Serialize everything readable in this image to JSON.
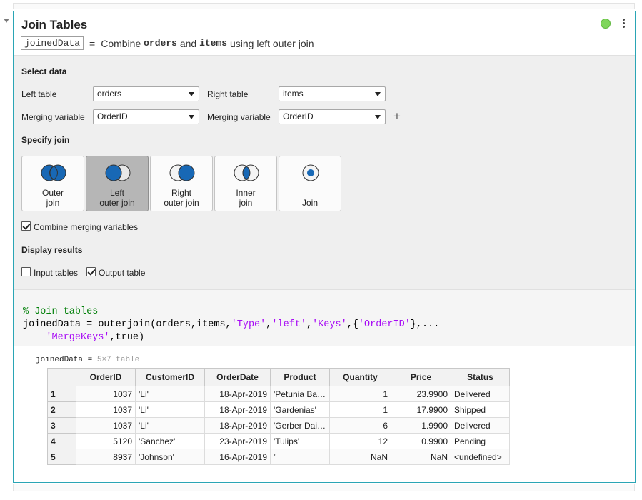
{
  "task": {
    "title": "Join Tables",
    "output_var": "joinedData",
    "summary_eq": "=",
    "summary_pre": "Combine",
    "left_name": "orders",
    "summary_and": "and",
    "right_name": "items",
    "summary_post": "using left outer join",
    "status_color": "#7fd65b"
  },
  "select_data": {
    "heading": "Select data",
    "left_table_label": "Left table",
    "left_table_value": "orders",
    "right_table_label": "Right table",
    "right_table_value": "items",
    "left_merge_label": "Merging variable",
    "left_merge_value": "OrderID",
    "right_merge_label": "Merging variable",
    "right_merge_value": "OrderID",
    "add_icon": "+"
  },
  "specify_join": {
    "heading": "Specify join",
    "buttons": [
      {
        "label_line1": "Outer",
        "label_line2": "join"
      },
      {
        "label_line1": "Left",
        "label_line2": "outer join",
        "selected": true
      },
      {
        "label_line1": "Right",
        "label_line2": "outer join"
      },
      {
        "label_line1": "Inner",
        "label_line2": "join"
      },
      {
        "label_line1": "",
        "label_line2": "Join"
      }
    ],
    "combine_label": "Combine merging variables",
    "combine_checked": true
  },
  "display_results": {
    "heading": "Display results",
    "input_tables_label": "Input tables",
    "input_tables_checked": false,
    "output_table_label": "Output table",
    "output_table_checked": true
  },
  "code": {
    "comment": "% Join tables",
    "line2_a": "joinedData = outerjoin(orders,items,",
    "s1": "'Type'",
    "c1": ",",
    "s2": "'left'",
    "c2": ",",
    "s3": "'Keys'",
    "c3": ",{",
    "s4": "'OrderID'",
    "c4": "},...",
    "line3_indent": "    ",
    "s5": "'MergeKeys'",
    "c5": ",true)"
  },
  "output": {
    "var_name": "joinedData",
    "eq": "=",
    "size_text": "5×7 table",
    "columns": [
      "OrderID",
      "CustomerID",
      "OrderDate",
      "Product",
      "Quantity",
      "Price",
      "Status"
    ],
    "rows": [
      {
        "n": "1",
        "OrderID": "1037",
        "CustomerID": "'Li'",
        "OrderDate": "18-Apr-2019",
        "Product": "'Petunia Ba…",
        "Quantity": "1",
        "Price": "23.9900",
        "Status": "Delivered"
      },
      {
        "n": "2",
        "OrderID": "1037",
        "CustomerID": "'Li'",
        "OrderDate": "18-Apr-2019",
        "Product": "'Gardenias'",
        "Quantity": "1",
        "Price": "17.9900",
        "Status": "Shipped"
      },
      {
        "n": "3",
        "OrderID": "1037",
        "CustomerID": "'Li'",
        "OrderDate": "18-Apr-2019",
        "Product": "'Gerber Dai…",
        "Quantity": "6",
        "Price": "1.9900",
        "Status": "Delivered"
      },
      {
        "n": "4",
        "OrderID": "5120",
        "CustomerID": "'Sanchez'",
        "OrderDate": "23-Apr-2019",
        "Product": "'Tulips'",
        "Quantity": "12",
        "Price": "0.9900",
        "Status": "Pending"
      },
      {
        "n": "5",
        "OrderID": "8937",
        "CustomerID": "'Johnson'",
        "OrderDate": "16-Apr-2019",
        "Product": "''",
        "Quantity": "NaN",
        "Price": "NaN",
        "Status": "<undefined>"
      }
    ]
  }
}
